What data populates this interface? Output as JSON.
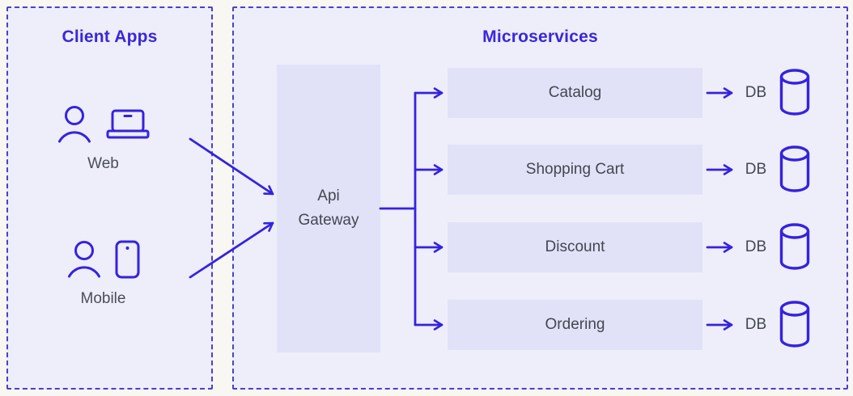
{
  "theme": {
    "accent": "#3522df",
    "panel_border": "#4c3ed2",
    "panel_background": "#edeefa",
    "box_background": "#e1e2f8",
    "title_color": "#3a27da",
    "text_color": "#43474f",
    "page_background": "#f8f7f1"
  },
  "client_panel": {
    "title": "Client Apps",
    "clients": [
      {
        "label": "Web",
        "icons": [
          "person-icon",
          "laptop-icon"
        ]
      },
      {
        "label": "Mobile",
        "icons": [
          "person-icon",
          "smartphone-icon"
        ]
      }
    ]
  },
  "services_panel": {
    "title": "Microservices",
    "gateway": {
      "line1": "Api",
      "line2": "Gateway"
    },
    "services": [
      {
        "label": "Catalog",
        "db_label": "DB",
        "db_icon": "database-icon"
      },
      {
        "label": "Shopping Cart",
        "db_label": "DB",
        "db_icon": "database-icon"
      },
      {
        "label": "Discount",
        "db_label": "DB",
        "db_icon": "database-icon"
      },
      {
        "label": "Ordering",
        "db_label": "DB",
        "db_icon": "database-icon"
      }
    ]
  }
}
